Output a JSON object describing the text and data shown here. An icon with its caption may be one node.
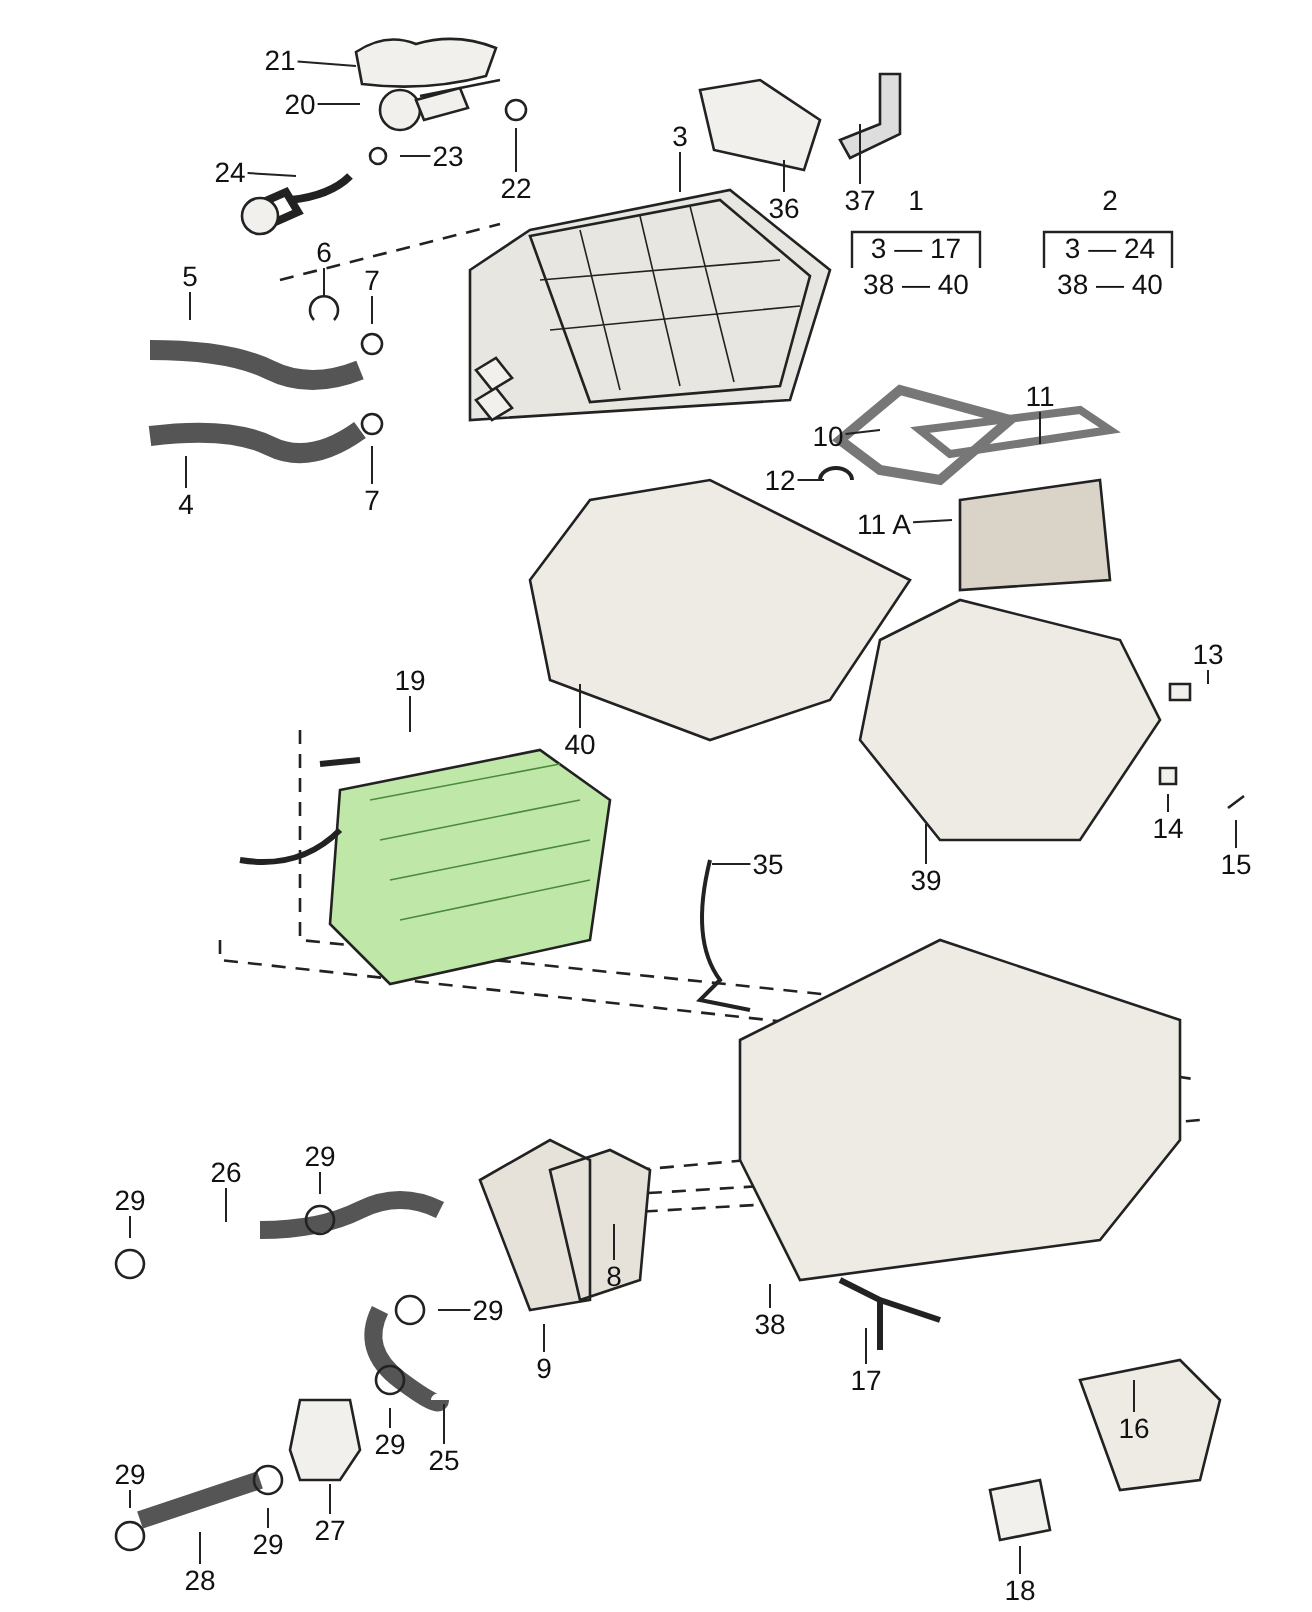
{
  "diagram": {
    "nodes": [
      {
        "text": [
          "21"
        ]
      },
      {
        "text": [
          "20"
        ]
      },
      {
        "text": [
          "24"
        ]
      },
      {
        "text": [
          "23"
        ]
      },
      {
        "text": [
          "22"
        ]
      },
      {
        "text": [
          "36"
        ]
      },
      {
        "text": [
          "37"
        ]
      },
      {
        "text": [
          "3"
        ]
      },
      {
        "text": [
          "6"
        ]
      },
      {
        "text": [
          "7"
        ]
      },
      {
        "text": [
          "5"
        ]
      },
      {
        "text": [
          "11"
        ]
      },
      {
        "text": [
          "10"
        ]
      },
      {
        "text": [
          "4"
        ]
      },
      {
        "text": [
          "7"
        ]
      },
      {
        "text": [
          "12"
        ]
      },
      {
        "text": [
          "11 A"
        ]
      },
      {
        "text": [
          "19"
        ]
      },
      {
        "text": [
          "13"
        ]
      },
      {
        "text": [
          "40"
        ]
      },
      {
        "text": [
          "14"
        ]
      },
      {
        "text": [
          "35"
        ]
      },
      {
        "text": [
          "15"
        ]
      },
      {
        "text": [
          "39"
        ]
      },
      {
        "text": [
          "29"
        ]
      },
      {
        "text": [
          "26"
        ]
      },
      {
        "text": [
          "29"
        ]
      },
      {
        "text": [
          "38"
        ]
      },
      {
        "text": [
          "8"
        ]
      },
      {
        "text": [
          "29"
        ]
      },
      {
        "text": [
          "9"
        ]
      },
      {
        "text": [
          "17"
        ]
      },
      {
        "text": [
          "16"
        ]
      },
      {
        "text": [
          "29"
        ]
      },
      {
        "text": [
          "25"
        ]
      },
      {
        "text": [
          "29"
        ]
      },
      {
        "text": [
          "27"
        ]
      },
      {
        "text": [
          "29"
        ]
      },
      {
        "text": [
          "28"
        ]
      },
      {
        "text": [
          "18"
        ]
      }
    ],
    "edges": [
      {
        "from": 0,
        "to": null,
        "arrow": "none"
      },
      {
        "from": 1,
        "to": null,
        "arrow": "none"
      },
      {
        "from": 2,
        "to": null,
        "arrow": "none"
      },
      {
        "from": 3,
        "to": null,
        "arrow": "none"
      },
      {
        "from": 4,
        "to": null,
        "arrow": "none"
      },
      {
        "from": 5,
        "to": null,
        "arrow": "none"
      },
      {
        "from": 6,
        "to": null,
        "arrow": "none"
      },
      {
        "from": 7,
        "to": null,
        "arrow": "none"
      },
      {
        "from": 8,
        "to": null,
        "arrow": "none"
      },
      {
        "from": 9,
        "to": null,
        "arrow": "none"
      },
      {
        "from": 10,
        "to": null,
        "arrow": "none"
      },
      {
        "from": 11,
        "to": null,
        "arrow": "none"
      },
      {
        "from": 12,
        "to": null,
        "arrow": "none"
      },
      {
        "from": 13,
        "to": null,
        "arrow": "none"
      },
      {
        "from": 14,
        "to": null,
        "arrow": "none"
      },
      {
        "from": 15,
        "to": null,
        "arrow": "none"
      },
      {
        "from": 16,
        "to": null,
        "arrow": "none"
      },
      {
        "from": 17,
        "to": null,
        "arrow": "none"
      },
      {
        "from": 18,
        "to": null,
        "arrow": "none"
      },
      {
        "from": 19,
        "to": null,
        "arrow": "none"
      },
      {
        "from": 20,
        "to": null,
        "arrow": "none"
      },
      {
        "from": 21,
        "to": null,
        "arrow": "none"
      },
      {
        "from": 22,
        "to": null,
        "arrow": "none"
      },
      {
        "from": 23,
        "to": null,
        "arrow": "none"
      },
      {
        "from": 24,
        "to": null,
        "arrow": "none"
      },
      {
        "from": 25,
        "to": null,
        "arrow": "none"
      },
      {
        "from": 26,
        "to": null,
        "arrow": "none"
      },
      {
        "from": 27,
        "to": null,
        "arrow": "none"
      },
      {
        "from": 28,
        "to": null,
        "arrow": "none"
      },
      {
        "from": 29,
        "to": null,
        "arrow": "none"
      },
      {
        "from": 30,
        "to": null,
        "arrow": "none"
      },
      {
        "from": 31,
        "to": null,
        "arrow": "none"
      },
      {
        "from": 32,
        "to": null,
        "arrow": "none"
      },
      {
        "from": 33,
        "to": null,
        "arrow": "none"
      },
      {
        "from": 34,
        "to": null,
        "arrow": "none"
      },
      {
        "from": 35,
        "to": null,
        "arrow": "none"
      },
      {
        "from": 36,
        "to": null,
        "arrow": "none"
      },
      {
        "from": 37,
        "to": null,
        "arrow": "none"
      },
      {
        "from": 38,
        "to": null,
        "arrow": "none"
      },
      {
        "from": 39,
        "to": null,
        "arrow": "none"
      }
    ],
    "labels": [
      "1",
      "3 — 17",
      "38 — 40",
      "2",
      "3 — 24",
      "38 — 40"
    ]
  }
}
